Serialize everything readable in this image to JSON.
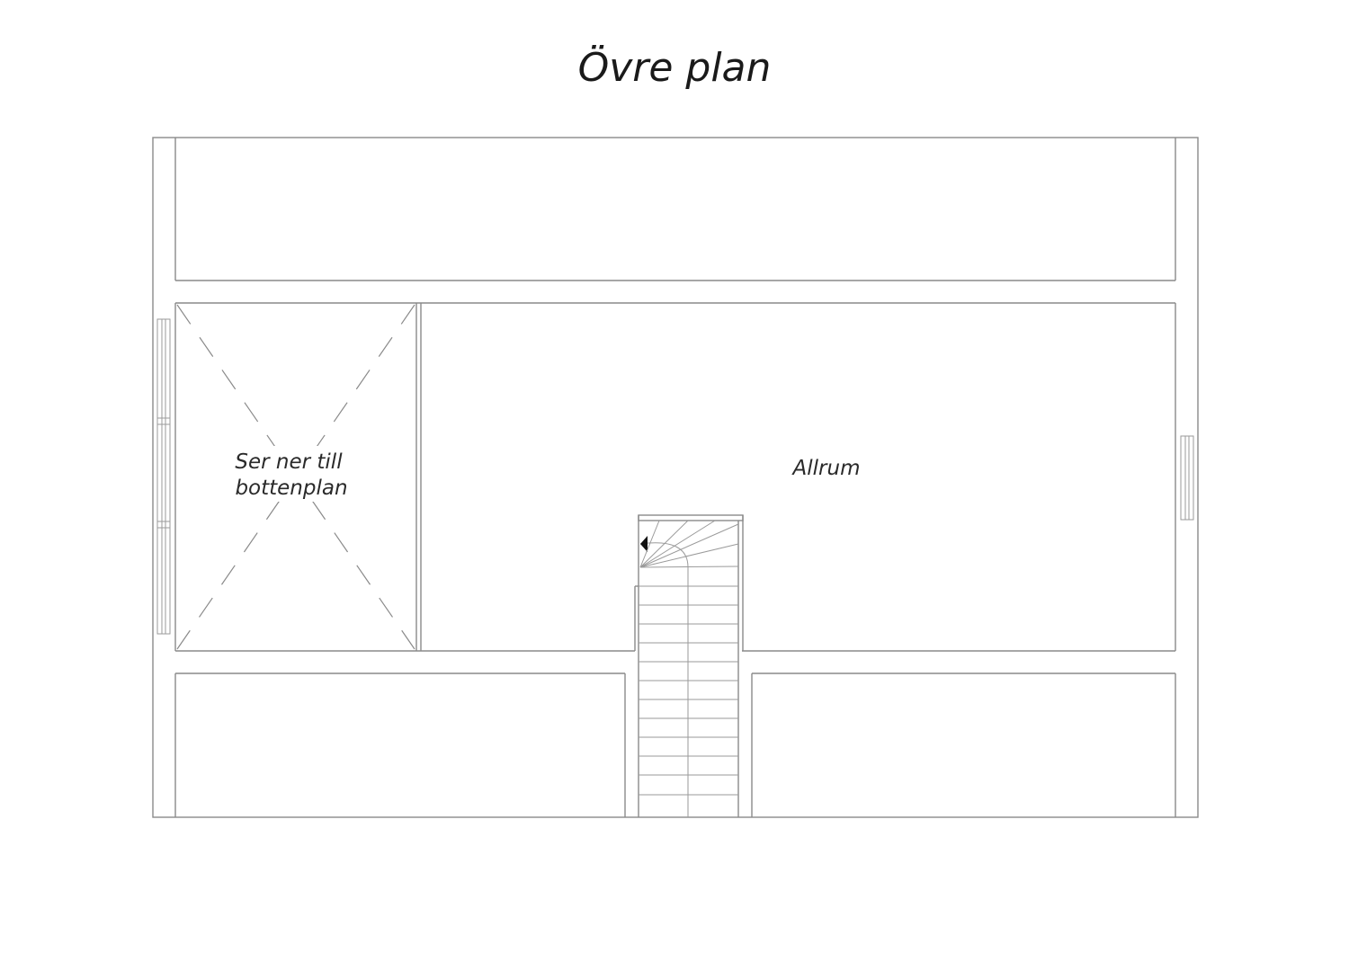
{
  "title": "Övre plan",
  "rooms": {
    "void_label_line1": "Ser ner till",
    "void_label_line2": "bottenplan",
    "allrum_label": "Allrum"
  },
  "colors": {
    "line": "#8a8a8a",
    "text": "#1a1a1a",
    "background": "#ffffff"
  }
}
